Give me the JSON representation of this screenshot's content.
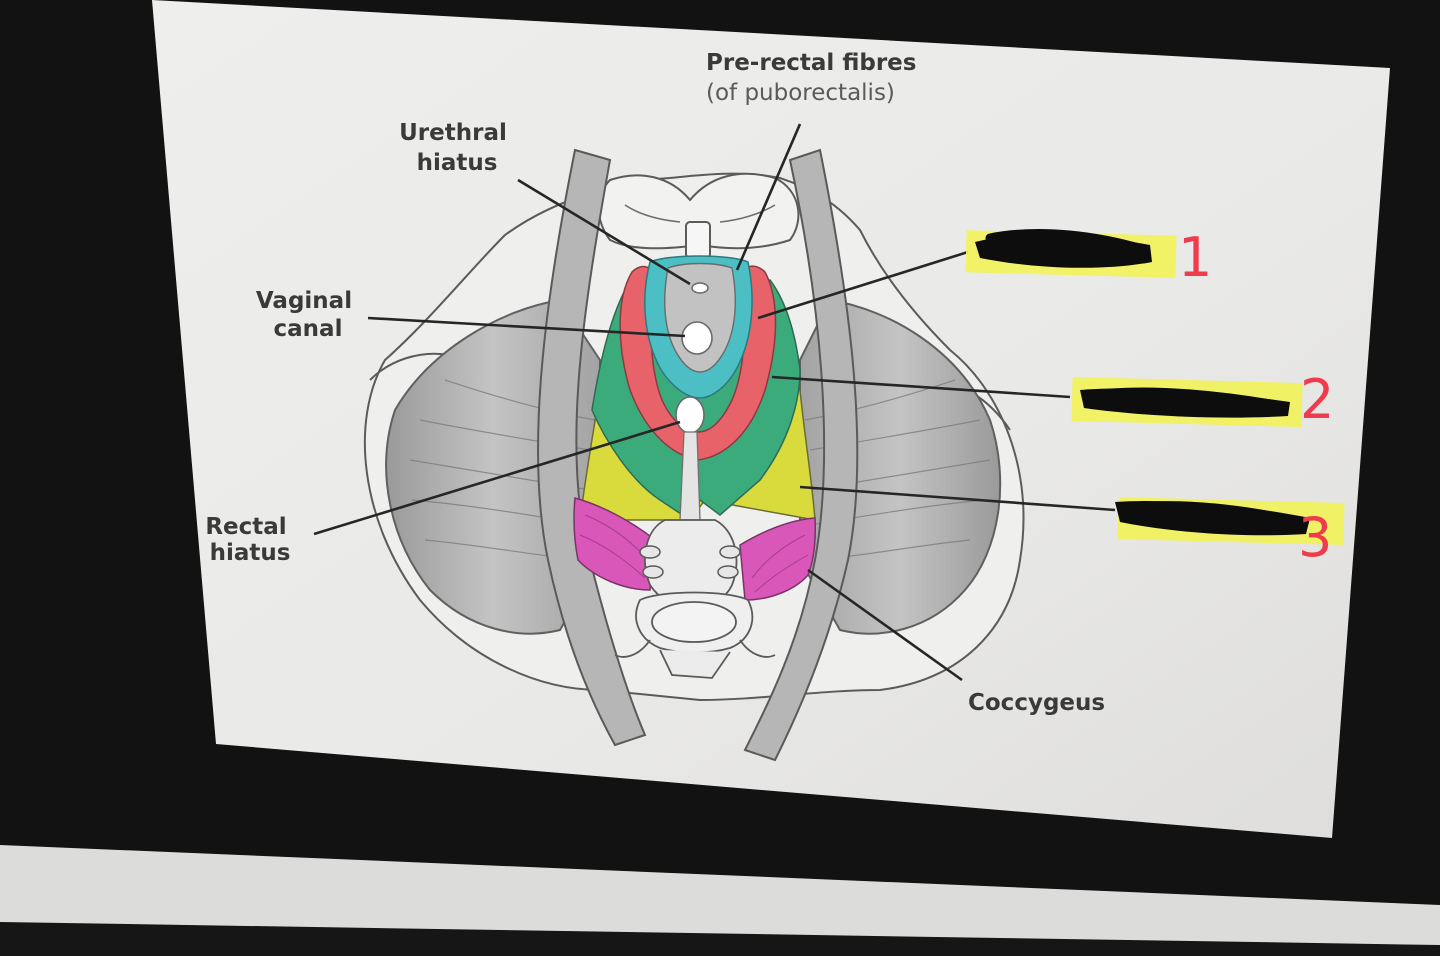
{
  "diagram": {
    "labels": {
      "pre_rectal_line1": "Pre-rectal fibres",
      "pre_rectal_line2": "(of puborectalis)",
      "urethral_line1": "Urethral",
      "urethral_line2": "hiatus",
      "vaginal_line1": "Vaginal",
      "vaginal_line2": "canal",
      "rectal_line1": "Rectal",
      "rectal_line2": "hiatus",
      "coccygeus": "Coccygeus"
    },
    "answer_numbers": [
      "1",
      "2",
      "3"
    ],
    "colors": {
      "puborectalis": "#e8626a",
      "pubococcygeus": "#3cab7c",
      "iliococcygeus": "#d9da3c",
      "coccygeus": "#d957b8",
      "pre_rectal": "#4bbfc4",
      "highlighter": "#f1f25a",
      "marker": "#0d0d0d",
      "number_ink": "#ef3b4e"
    }
  }
}
